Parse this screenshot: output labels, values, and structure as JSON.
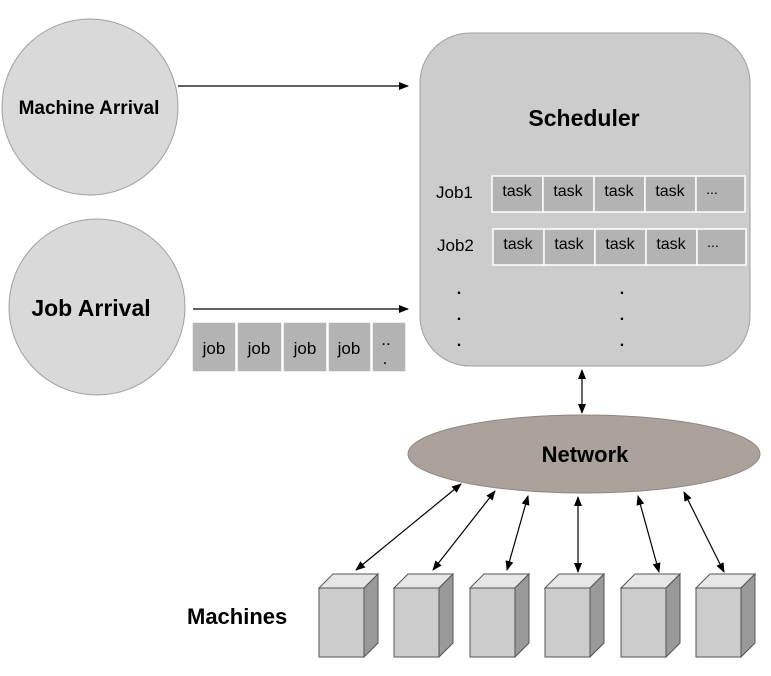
{
  "machine_arrival": {
    "label": "Machine Arrival"
  },
  "job_arrival": {
    "label": "Job Arrival"
  },
  "job_queue": {
    "cells": [
      "job",
      "job",
      "job",
      "job"
    ],
    "more_top": "..",
    "more_bottom": "."
  },
  "scheduler": {
    "title": "Scheduler",
    "jobs": [
      {
        "label": "Job1",
        "tasks": [
          "task",
          "task",
          "task",
          "task",
          "..."
        ]
      },
      {
        "label": "Job2",
        "tasks": [
          "task",
          "task",
          "task",
          "task",
          "..."
        ]
      }
    ],
    "vdots": "."
  },
  "network": {
    "label": "Network"
  },
  "machines": {
    "label": "Machines",
    "count": 6
  },
  "colors": {
    "circle_fill": "#d9d9d9",
    "scheduler_fill": "#cccccc",
    "cell_fill": "#b3b3b3",
    "network_fill": "#aba39b",
    "machine_front": "#cccccc",
    "machine_top": "#e6e6e6",
    "machine_side": "#999999"
  }
}
